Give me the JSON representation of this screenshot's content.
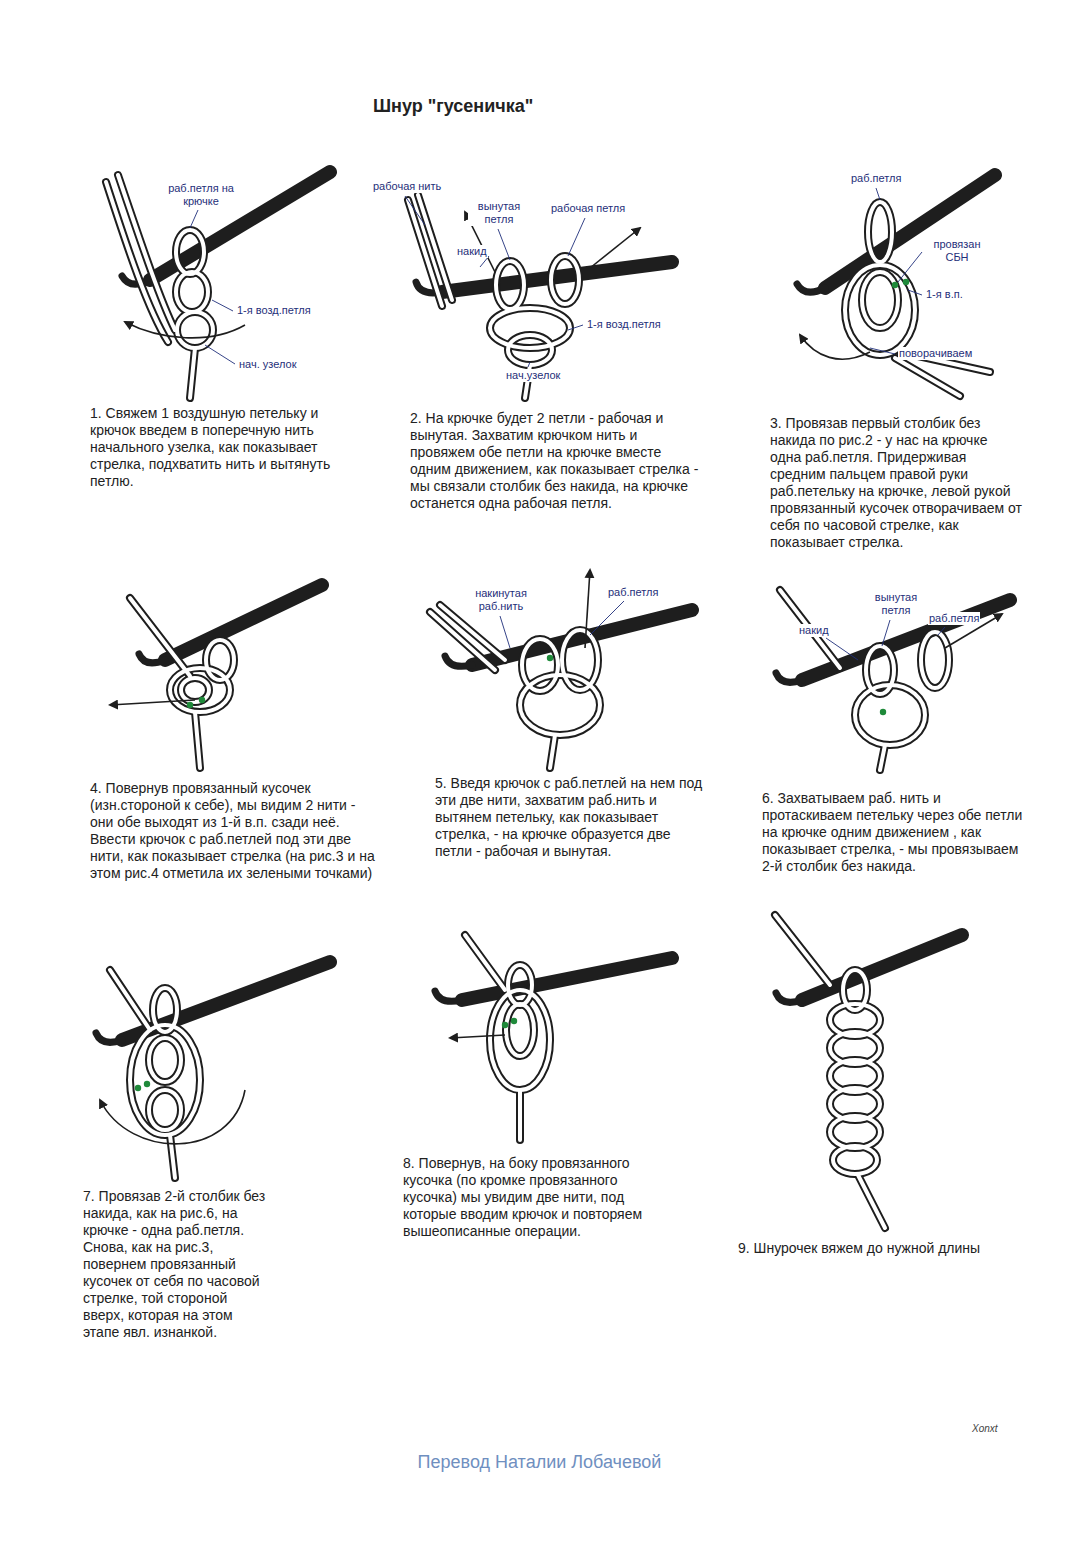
{
  "diagram": {
    "title": "Шнур \"гусеничка\"",
    "caption": "Перевод Наталии Лобачевой",
    "labels": [
      "раб.петля на крючке",
      "1-я возд.петля",
      "нач. узелок",
      "1. Свяжем 1 воздушную петельку и крючок введем в поперечную нить начального узелка, как показывает стрелка, подхватить нить и вытянуть петлю.",
      "рабочая нить",
      "вынутая петля",
      "рабочая петля",
      "накид",
      "1-я возд.петля",
      "нач.узелок",
      "2. На крючке будет 2 петли - рабочая и вынутая. Захватим крючком нить и провяжем обе петли на крючке вместе одним движением, как показывает стрелка - мы связали столбик без накида, на крючке останется одна рабочая петля.",
      "раб.петля",
      "провязан СБН",
      "1-я в.п.",
      "поворачиваем",
      "3. Провязав первый столбик без накида по рис.2 - у нас на крючке одна раб.петля. Придерживая средним пальцем правой руки раб.петельку на крючке, левой рукой провязанный кусочек отворачиваем от себя по часовой стрелке, как показывает стрелка.",
      "4. Повернув провязанный кусочек (изн.стороной к себе), мы видим 2 нити - они обе выходят из 1-й в.п. сзади неё. Ввести крючок с раб.петлей под эти две нити, как показывает стрелка (на рис.3 и на этом рис.4 отметила их зелеными точками)",
      "накинутая раб.нить",
      "раб.петля",
      "5. Введя крючок с раб.петлей на нем под эти две нити, захватим раб.нить и вытянем петельку, как показывает стрелка, - на крючке образуется две петли - рабочая и вынутая.",
      "вынутая петля",
      "накид",
      "раб.петля",
      "6. Захватываем раб. нить и протаскиваем петельку через обе петли на крючке одним движением , как показывает стрелка, - мы провязываем 2-й столбик без накида.",
      "7. Провязав 2-й столбик без накида, как на рис.6, на крючке - одна раб.петля. Снова, как на рис.3, повернем провязанный кусочек от себя по часовой стрелке, той стороной вверх, которая на этом этапе явл. изнанкой.",
      "8. Повернув, на боку провязанного кусочка (по кромке провязанного кусочка) мы увидим две нити, под которые вводим крючок и повторяем вышеописанные операции.",
      "9. Шнурочек вяжем до нужной длины",
      "Xonxt"
    ]
  }
}
